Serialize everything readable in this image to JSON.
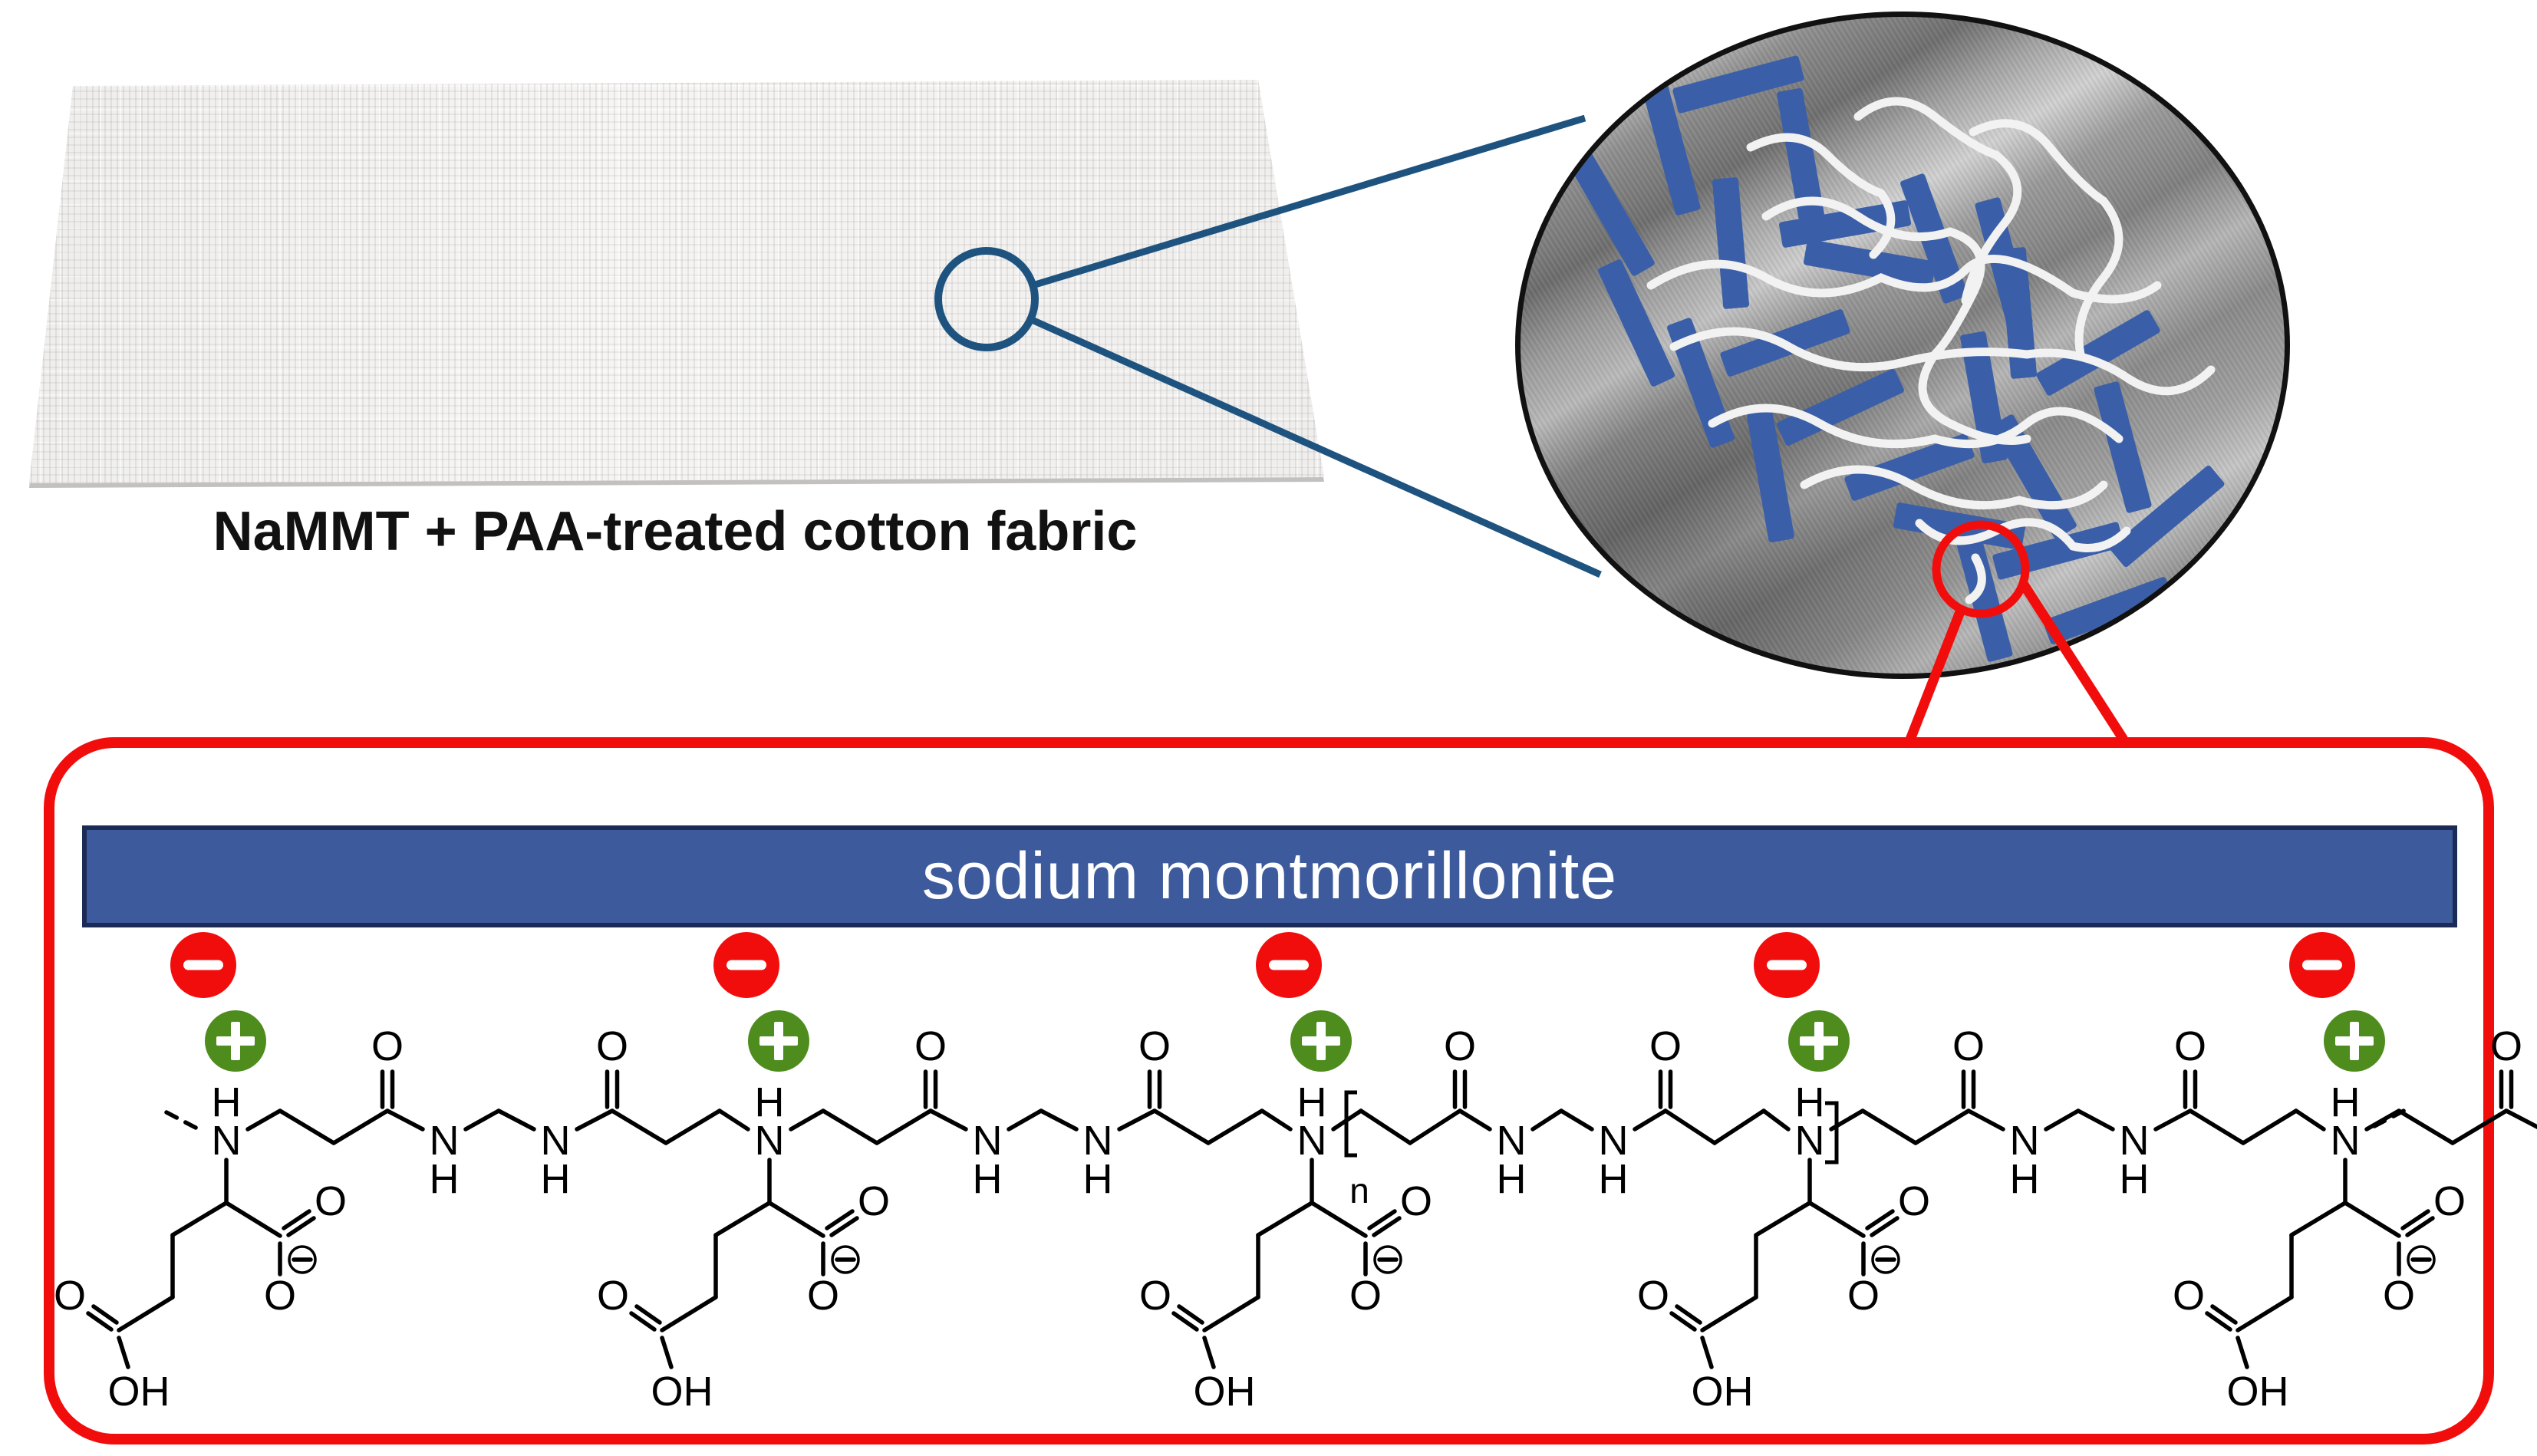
{
  "figure": {
    "fabric_label": "NaMMT + PAA-treated cotton fabric",
    "clay_bar_label": "sodium montmorillonite",
    "repeat_unit_subscript": "n",
    "atom_labels": {
      "nitrogen": "N",
      "hydrogen": "H",
      "oxygen": "O",
      "hydroxyl": "OH"
    },
    "charge_symbols": {
      "negative": "−",
      "positive": "+",
      "carboxylate_minus": "−"
    },
    "polymer": {
      "repeat_units": 5,
      "backbone_description": "[N⁺H–CH₂–CH₂–C(=O)–NH–CH₂–NH–C(=O)–CH₂–CH₂]n polyamidoamine backbone",
      "pendant_description": "glutamate-type side chain bearing a carboxylate (COO⁻) arm and a propanoic-acid (CH₂CH₂COOH) arm",
      "negative_charges": 5,
      "positive_charges": 5
    },
    "sem_inset": {
      "clay_platelets": "blue rods – sodium montmorillonite platelets",
      "polymer_chains": "white wavy lines – PAA polymer chains"
    }
  },
  "colors": {
    "accent_red": "#f20d0d",
    "charge_green": "#4e8c1e",
    "clay_bar_fill": "#3d5b9c",
    "clay_bar_border": "#1c2a56",
    "platelet_blue": "#3a5fa8",
    "leader_blue": "#1f537f",
    "bond_black": "#000000",
    "chain_white": "#f2f2f2"
  }
}
